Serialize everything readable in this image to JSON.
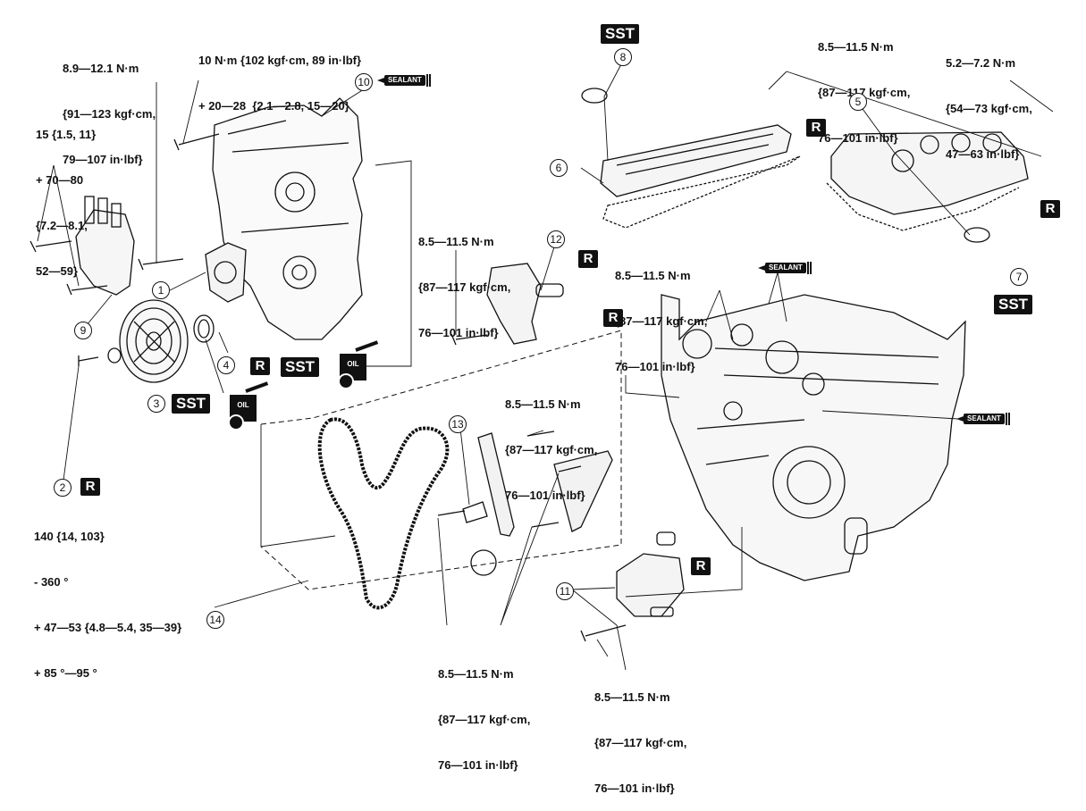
{
  "torque_specs": [
    {
      "id": "t1",
      "lines": [
        "8.9—12.1 N·m",
        "{91—123 kgf·cm,",
        "79—107 in·lbf}"
      ]
    },
    {
      "id": "t2",
      "lines": [
        "10 N·m {102 kgf·cm, 89 in·lbf}",
        "+ 20—28  {2.1—2.8, 15—20}"
      ]
    },
    {
      "id": "t3",
      "lines": [
        "15 {1.5, 11}",
        "+ 70—80",
        "{7.2—8.1,",
        "52—59}"
      ]
    },
    {
      "id": "t4",
      "lines": [
        "8.5—11.5 N·m",
        "{87—117 kgf·cm,",
        "76—101 in·lbf}"
      ]
    },
    {
      "id": "t5",
      "lines": [
        "5.2—7.2 N·m",
        "{54—73 kgf·cm,",
        "47—63 in·lbf}"
      ]
    },
    {
      "id": "t6",
      "lines": [
        "8.5—11.5 N·m",
        "{87—117 kgf·cm,",
        "76—101 in·lbf}"
      ]
    },
    {
      "id": "t7",
      "lines": [
        "8.5—11.5 N·m",
        "{87—117 kgf·cm,",
        "76—101 in·lbf}"
      ]
    },
    {
      "id": "t8",
      "lines": [
        "8.5—11.5 N·m",
        "{87—117 kgf·cm,",
        "76—101 in·lbf}"
      ]
    },
    {
      "id": "t9",
      "lines": [
        "140 {14, 103}",
        "- 360 °",
        "+ 47—53 {4.8—5.4, 35—39}",
        "+ 85 °—95 °"
      ]
    },
    {
      "id": "t10",
      "lines": [
        "8.5—11.5 N·m",
        "{87—117 kgf·cm,",
        "76—101 in·lbf}"
      ]
    },
    {
      "id": "t11",
      "lines": [
        "8.5—11.5 N·m",
        "{87—117 kgf·cm,",
        "76—101 in·lbf}"
      ]
    }
  ],
  "callouts": [
    "1",
    "2",
    "3",
    "4",
    "5",
    "6",
    "7",
    "8",
    "9",
    "10",
    "11",
    "12",
    "13",
    "14"
  ],
  "badges": {
    "sst": "SST",
    "r": "R",
    "sealant": "SEALANT",
    "oil": "OIL"
  }
}
